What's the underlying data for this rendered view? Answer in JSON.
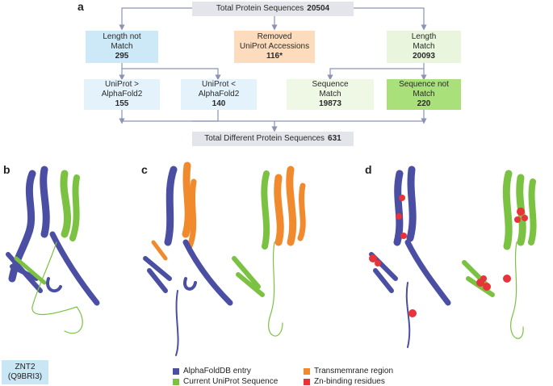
{
  "panels": {
    "a": "a",
    "b": "b",
    "c": "c",
    "d": "d"
  },
  "flowchart": {
    "top": {
      "label": "Total Protein Sequences",
      "value": "20504",
      "color": "#e4e5ea"
    },
    "level1": [
      {
        "label": "Length not\nMatch",
        "value": "295",
        "color": "#cde8f6"
      },
      {
        "label": "Removed\nUniProt Accessions",
        "value": "116*",
        "color": "#fcdcbc"
      },
      {
        "label": "Length\nMatch",
        "value": "20093",
        "color": "#e9f6dd"
      }
    ],
    "level2": [
      {
        "label": "UniProt >\nAlphaFold2",
        "value": "155",
        "color": "#e3f2fb"
      },
      {
        "label": "UniProt <\nAlphaFold2",
        "value": "140",
        "color": "#e3f2fb"
      },
      {
        "label": "Sequence\nMatch",
        "value": "19873",
        "color": "#eef8e5"
      },
      {
        "label": "Sequence not\nMatch",
        "value": "220",
        "color": "#a9e07a"
      }
    ],
    "bottom": {
      "label": "Total Different Protein Sequences",
      "value": "631",
      "color": "#e4e5ea"
    }
  },
  "protein": {
    "name": "ZNT2",
    "accession": "(Q9BRI3)"
  },
  "legend": [
    {
      "label": "AlphaFoldDB entry",
      "color": "#4a4fa3"
    },
    {
      "label": "Current UniProt Sequence",
      "color": "#7cc242"
    },
    {
      "label": "Transmemrane region",
      "color": "#f08a2c"
    },
    {
      "label": "Zn-binding residues",
      "color": "#e8333a"
    }
  ],
  "colors": {
    "arrow": "#8c93b3",
    "blue": "#4a4fa3",
    "green": "#7cc242",
    "orange": "#f08a2c",
    "red": "#e8333a"
  }
}
